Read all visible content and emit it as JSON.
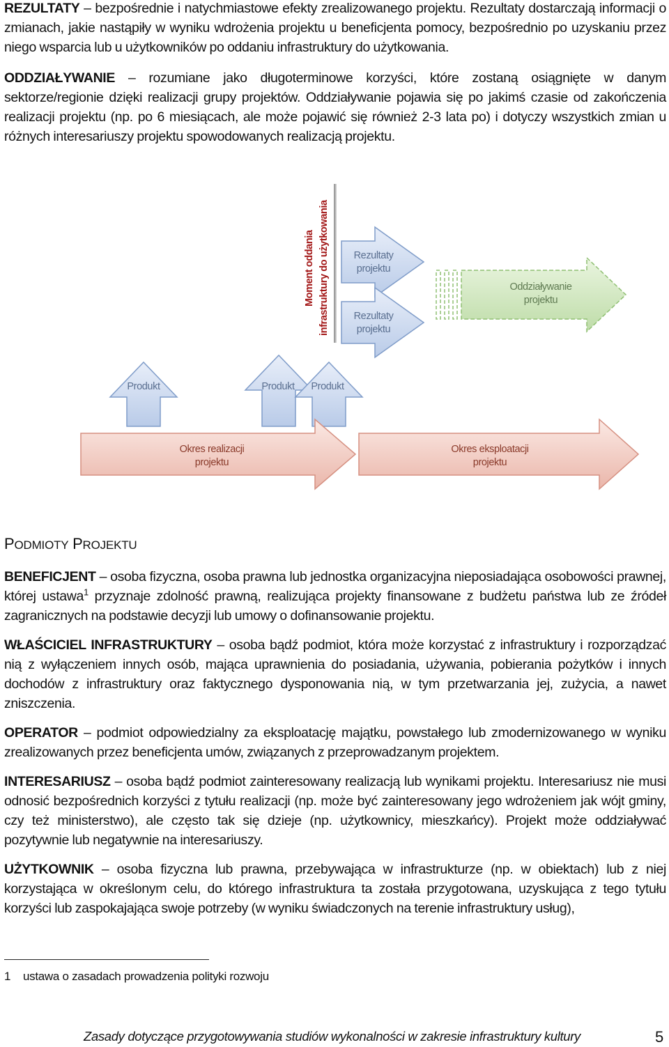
{
  "paragraphs": {
    "rezultaty": {
      "term": "REZULTATY",
      "text": "– bezpośrednie i natychmiastowe efekty zrealizowanego projektu. Rezultaty dostarczają informacji o zmianach, jakie nastąpiły w wyniku wdrożenia projektu u beneficjenta pomocy, bezpośrednio po uzyskaniu przez niego wsparcia lub u użytkowników po oddaniu infrastruktury do użytkowania."
    },
    "oddzialywanie": {
      "term": "ODDZIAŁYWANIE",
      "text": "– rozumiane jako długoterminowe korzyści, które zostaną osiągnięte w danym sektorze/regionie dzięki realizacji grupy projektów. Oddziaływanie pojawia się po jakimś czasie od zakończenia realizacji projektu (np. po 6 miesiącach, ale może pojawić się również 2-3 lata po) i dotyczy wszystkich zmian u różnych interesariuszy projektu spowodowanych realizacją projektu."
    }
  },
  "diagram": {
    "moment_line1": "Moment oddania",
    "moment_line2": "infrastruktury do użytkowania",
    "rezultaty_1_line1": "Rezultaty",
    "rezultaty_1_line2": "projektu",
    "rezultaty_2_line1": "Rezultaty",
    "rezultaty_2_line2": "projektu",
    "oddzialywanie_line1": "Oddziaływanie",
    "oddzialywanie_line2": "projektu",
    "produkt_1": "Produkt",
    "produkt_2": "Produkt",
    "produkt_3": "Produkt",
    "okres_realizacji_line1": "Okres realizacji",
    "okres_realizacji_line2": "projektu",
    "okres_eksploatacji_line1": "Okres eksploatacji",
    "okres_eksploatacji_line2": "projektu",
    "colors": {
      "blue_fill": "#c9d7ee",
      "blue_stroke": "#7f9cc9",
      "green_fill": "#cfe6bf",
      "green_stroke": "#8fbf72",
      "red_fill": "#f4d0c8",
      "red_stroke": "#d58f80",
      "moment_text": "#a31818"
    }
  },
  "section": {
    "heading_p1_cap": "P",
    "heading_p1_rest": "ODMIOTY",
    "heading_p2_cap": "P",
    "heading_p2_rest": "ROJEKTU"
  },
  "definitions": {
    "beneficjent": {
      "term": "BENEFICJENT",
      "text_a": "– osoba fizyczna, osoba prawna lub jednostka organizacyjna nieposiadająca osobowości prawnej, której ustawa",
      "sup": "1",
      "text_b": " przyznaje zdolność prawną, realizująca projekty finansowane z budżetu państwa lub ze źródeł zagranicznych na podstawie decyzji lub umowy o dofinansowanie projektu."
    },
    "wlasciciel": {
      "term": "WŁAŚCICIEL INFRASTRUKTURY",
      "text": "– osoba bądź podmiot, która może korzystać z infrastruktury i rozporządzać nią z wyłączeniem innych osób, mająca uprawnienia do posiadania, używania, pobierania pożytków i innych dochodów z infrastruktury oraz faktycznego dysponowania nią, w tym przetwarzania jej, zużycia, a nawet zniszczenia."
    },
    "operator": {
      "term": "OPERATOR",
      "text": "– podmiot odpowiedzialny za eksploatację majątku, powstałego lub zmodernizowanego w wyniku zrealizowanych przez beneficjenta umów, związanych z przeprowadzanym projektem."
    },
    "interesariusz": {
      "term": "INTERESARIUSZ",
      "text": "– osoba bądź podmiot zainteresowany realizacją lub wynikami projektu. Interesariusz nie musi odnosić bezpośrednich korzyści z tytułu realizacji (np. może być zainteresowany jego wdrożeniem jak wójt gminy, czy też ministerstwo), ale często tak się dzieje (np. użytkownicy, mieszkańcy). Projekt może oddziaływać pozytywnie lub negatywnie na interesariuszy."
    },
    "uzytkownik": {
      "term": "UŻYTKOWNIK",
      "text": "– osoba fizyczna lub prawna, przebywająca w infrastrukturze (np. w obiektach) lub z niej korzystająca w określonym celu, do którego infrastruktura ta została przygotowana, uzyskująca z tego tytułu korzyści lub zaspokajająca swoje potrzeby (w wyniku świadczonych na terenie infrastruktury usług),"
    }
  },
  "footnote": {
    "number": "1",
    "text": "ustawa o zasadach prowadzenia polityki rozwoju"
  },
  "footer": {
    "title": "Zasady dotyczące przygotowywania studiów wykonalności w zakresie infrastruktury kultury",
    "page_number": "5"
  }
}
